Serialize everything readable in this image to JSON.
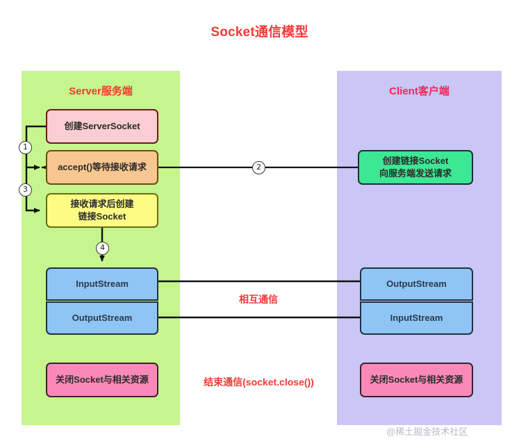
{
  "title": "Socket通信模型",
  "server_panel": {
    "title": "Server服务端",
    "boxes": [
      {
        "name": "create-serversocket",
        "label": "创建ServerSocket"
      },
      {
        "name": "accept-wait",
        "label": "accept()等待接收请求"
      },
      {
        "name": "create-link-socket",
        "line1": "接收请求后创建",
        "line2": "链接Socket"
      },
      {
        "name": "input-stream",
        "label": "InputStream"
      },
      {
        "name": "output-stream",
        "label": "OutputStream"
      },
      {
        "name": "close-socket",
        "label": "关闭Socket与相关资源"
      }
    ]
  },
  "client_panel": {
    "title": "Client客户端",
    "boxes": [
      {
        "name": "create-connect-socket",
        "line1": "创建链接Socket",
        "line2": "向服务端发送请求"
      },
      {
        "name": "output-stream",
        "label": "OutputStream"
      },
      {
        "name": "input-stream",
        "label": "InputStream"
      },
      {
        "name": "close-socket",
        "label": "关闭Socket与相关资源"
      }
    ]
  },
  "center_captions": {
    "mutual": "相互通信",
    "close": "结束通信(socket.close())"
  },
  "steps": {
    "one": "①",
    "two": "②",
    "three": "③",
    "four": "④"
  },
  "watermark": "@稀土掘金技术社区",
  "colors": {
    "title_red": "#ef3b36",
    "server_panel_bg": "#c6f58d",
    "client_panel_bg": "#cac6f5",
    "pink_box": "#f9cdd2",
    "orange_box": "#f8c690",
    "yellow_box": "#fcfb84",
    "blue_box": "#8ec5f5",
    "hotpink_box": "#f98ab8",
    "green_box": "#3ce894",
    "wire": "#111111"
  }
}
